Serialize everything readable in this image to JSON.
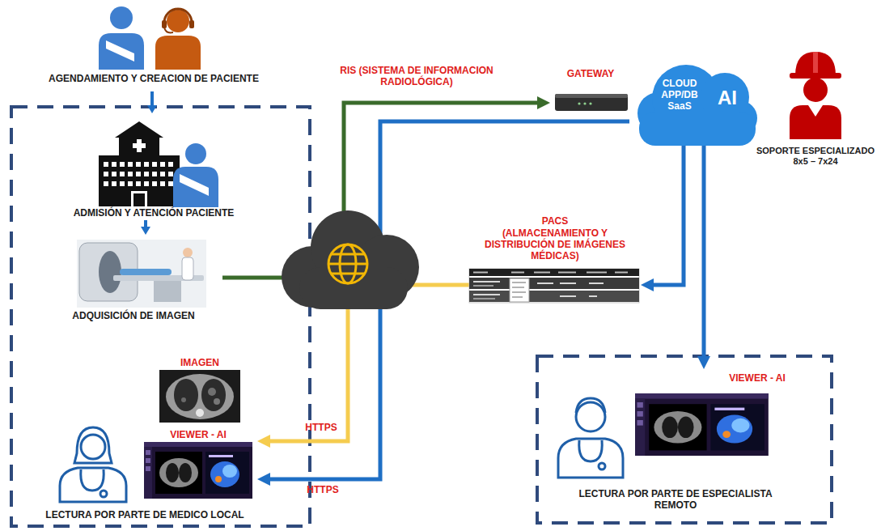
{
  "diagram": {
    "nodes": [
      {
        "text": [
          "AGENDAMIENTO Y CREACION DE PACIENTE"
        ]
      },
      {
        "text": [
          "GATEWAY"
        ]
      },
      {
        "text": [
          "CLOUD APP/DB SaaS",
          "AI"
        ]
      },
      {
        "text": [
          "SOPORTE ESPECIALIZADO 8x5 – 7x24"
        ]
      },
      {
        "text": []
      },
      {
        "text": [
          "ADMISIÓN Y ATENCIÓN PACIENTE"
        ],
        "in": 4
      },
      {
        "text": [
          "ADQUISICIÓN DE IMAGEN"
        ],
        "in": 4
      },
      {
        "text": [
          "IMAGEN",
          "VIEWER - AI",
          "LECTURA POR PARTE DE MEDICO LOCAL"
        ],
        "in": 4
      },
      {
        "text": [
          "PACS",
          "(ALMACENAMIENTO Y DISTRIBUCIÓN DE IMÁGENES MÉDICAS)"
        ]
      },
      {
        "text": []
      },
      {
        "text": [
          "VIEWER - AI",
          "LECTURA POR PARTE DE ESPECIALISTA REMOTO"
        ],
        "in": 9
      }
    ],
    "edges": [
      {
        "from": 0,
        "to": 5,
        "arrow": "to"
      },
      {
        "from": 5,
        "to": 6,
        "arrow": "to"
      },
      {
        "from": 6,
        "to": 1,
        "arrow": "to",
        "label": "RIS (SISTEMA DE INFORMACION RADIOLÓGICA)"
      },
      {
        "from": 2,
        "to": 7,
        "arrow": "to",
        "label": "HTTPS"
      },
      {
        "from": 8,
        "to": 7,
        "arrow": "to",
        "label": "HTTPS"
      },
      {
        "from": 2,
        "to": 8,
        "arrow": "to"
      },
      {
        "from": 2,
        "to": 10,
        "arrow": "to"
      }
    ]
  }
}
